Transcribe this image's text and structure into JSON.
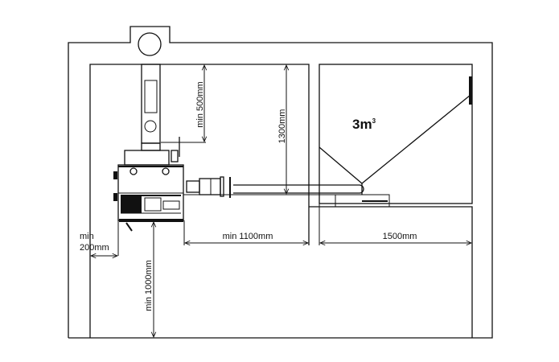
{
  "labels": {
    "min_500": "min 500mm",
    "h_1300": "1300mm",
    "volume": "3m",
    "volume_sup": "3",
    "min_1100": "min 1100mm",
    "w_1500": "1500mm",
    "min_200_line1": "min",
    "min_200_line2": "200mm",
    "min_1000": "min 1000mm"
  },
  "colors": {
    "line": "#111111",
    "background": "#ffffff"
  }
}
